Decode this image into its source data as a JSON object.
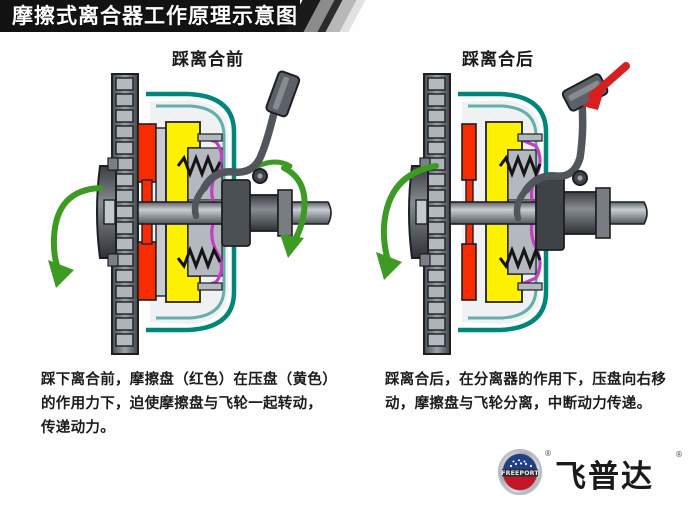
{
  "page": {
    "title": "摩擦式离合器工作原理示意图",
    "background_color": "#ffffff"
  },
  "banner": {
    "text": "摩擦式离合器工作原理示意图",
    "background_color": "#121212",
    "text_color": "#ffffff"
  },
  "panels": [
    {
      "id": "left",
      "heading": "踩离合前",
      "caption": "踩下离合前，摩擦盘（红色）在压盘（黄色）的作用力下，迫使摩擦盘与飞轮一起转动，传递动力。",
      "state": "engaged",
      "rotation_arrows": 2,
      "pedal_pressed": false
    },
    {
      "id": "right",
      "heading": "踩离合后",
      "caption": "踩离合后，在分离器的作用下，压盘向右移动，摩擦盘与飞轮分离，中断动力传递。",
      "state": "disengaged",
      "rotation_arrows": 1,
      "pedal_pressed": true
    }
  ],
  "colors": {
    "flywheel": "#6e7379",
    "flywheel_teeth": "#2a2a2a",
    "friction_disc": "#f92b00",
    "pressure_plate": "#fdf000",
    "housing": "#00867a",
    "shaft": "#8d9299",
    "linkage": "#c23ec2",
    "spring": "#141414",
    "rotation_arrow": "#3d9a23",
    "force_arrow": "#d81e1e",
    "pedal": "#51565c"
  },
  "components": {
    "flywheel_label": "flywheel",
    "friction_disc_label": "friction-disc",
    "pressure_plate_label": "pressure-plate",
    "clutch_housing_label": "clutch-housing",
    "input_shaft_label": "input-shaft",
    "release_bearing_label": "release-bearing",
    "diaphragm_spring_label": "diaphragm-spring",
    "clutch_pedal_label": "clutch-pedal"
  },
  "logo": {
    "brand_cn": "飞普达",
    "brand_en": "FREEPORT",
    "registered_mark": "®",
    "badge_top_color": "#1f3f86",
    "badge_bottom_color": "#c2152a",
    "badge_rim_color": "#b9bcc0"
  }
}
